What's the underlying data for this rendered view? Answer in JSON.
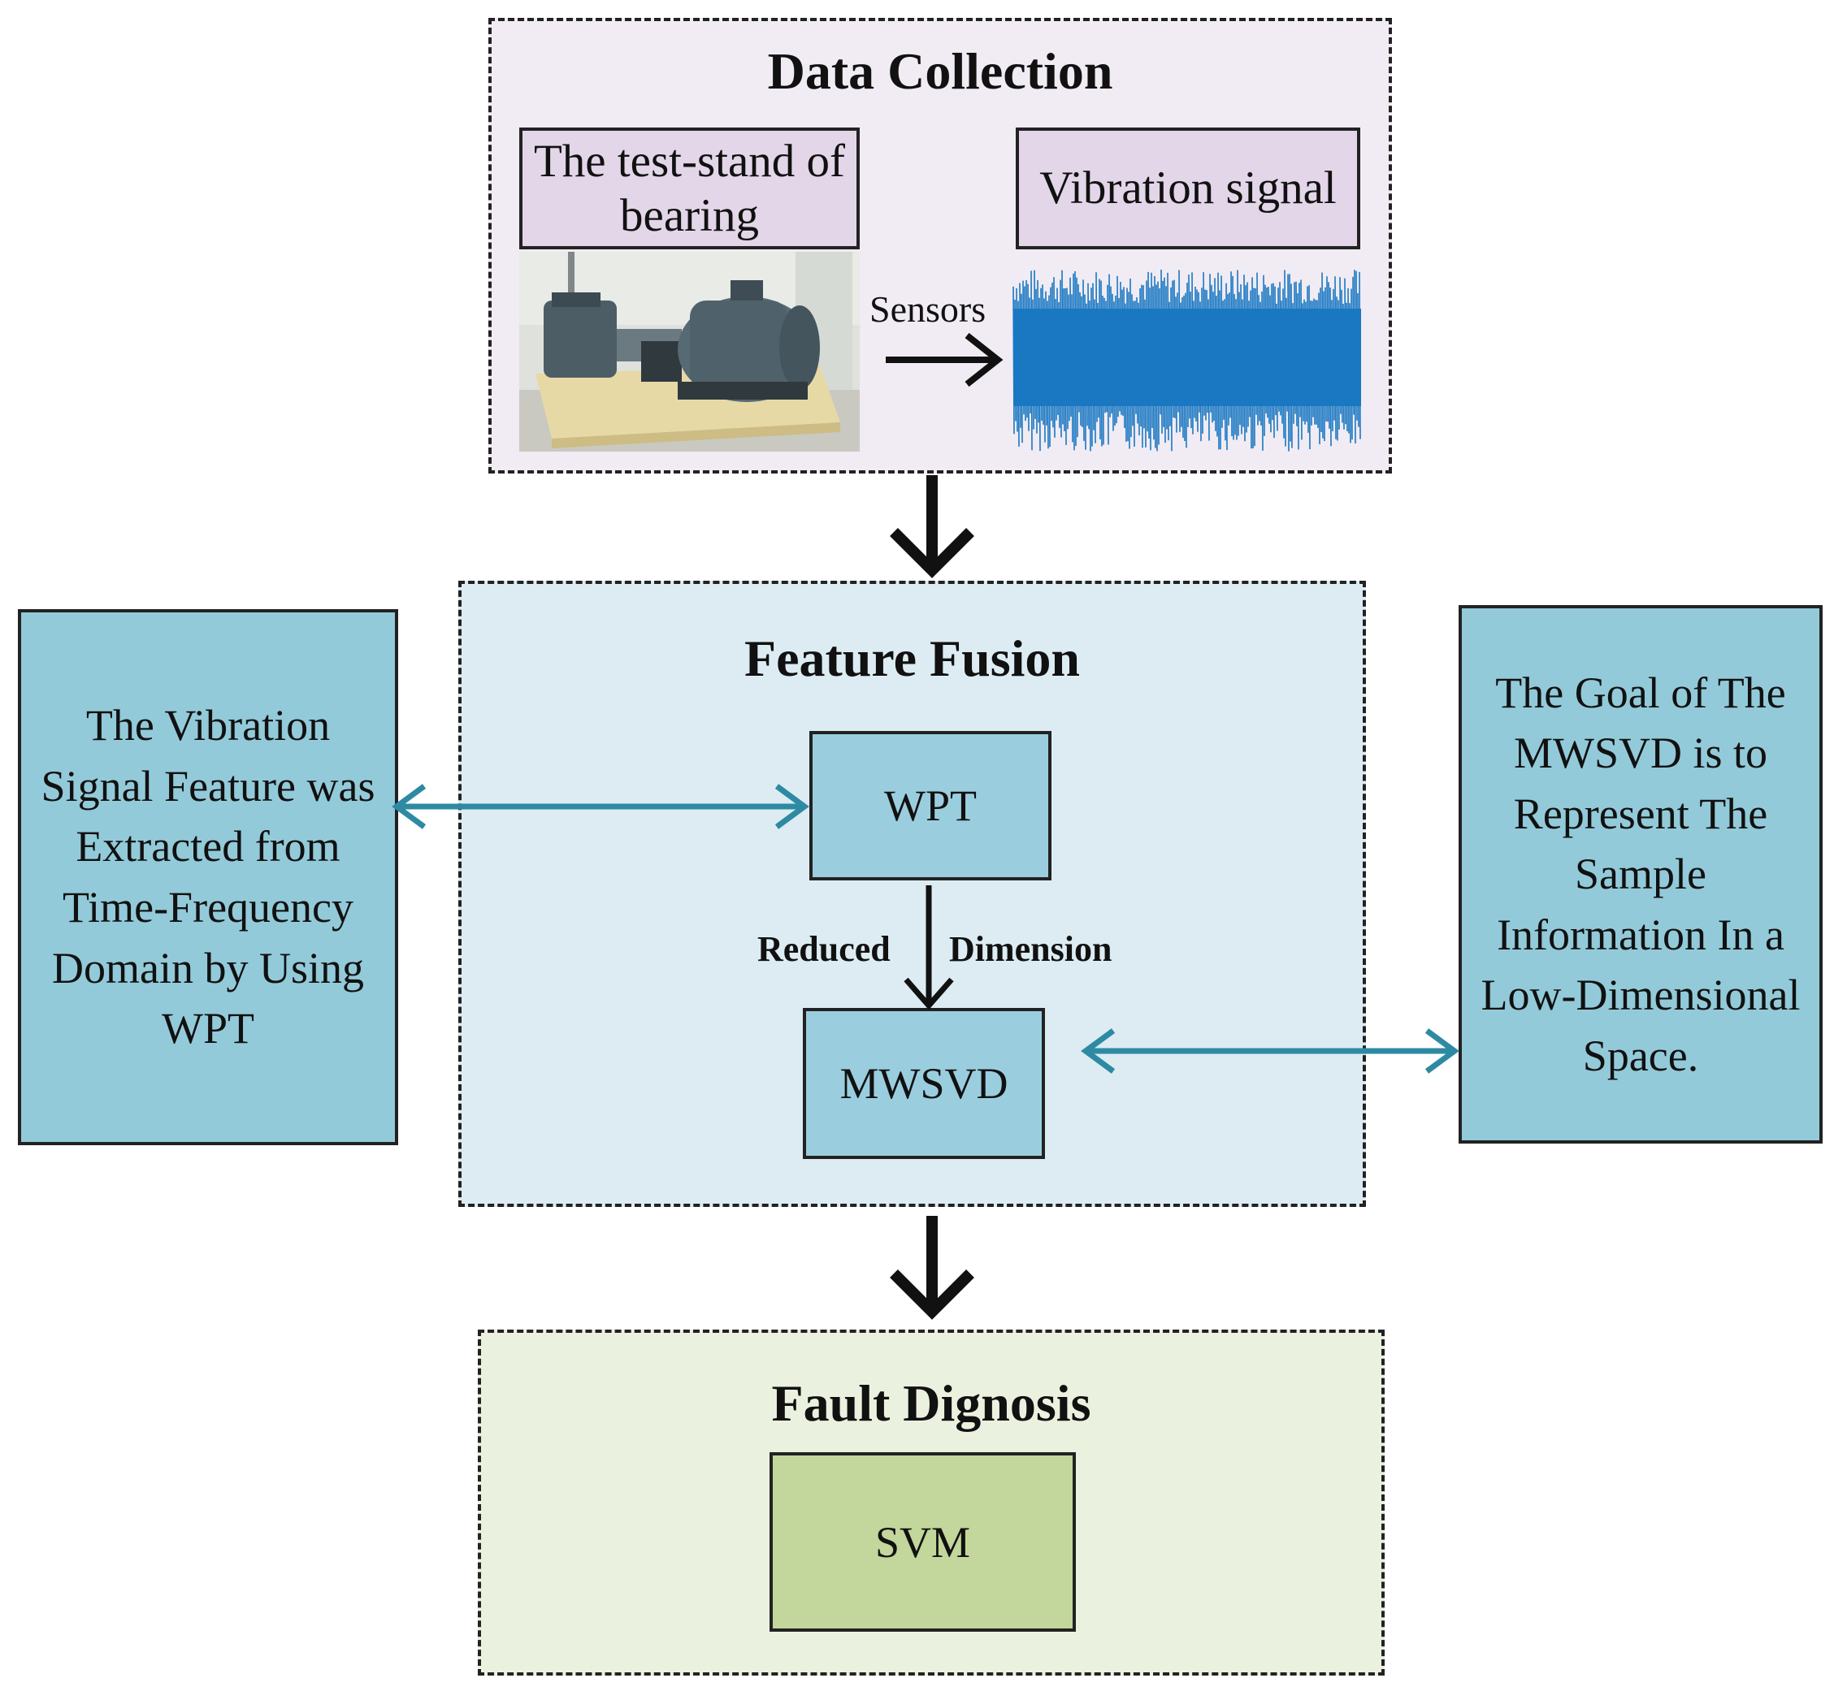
{
  "data_collection": {
    "title": "Data Collection",
    "test_stand_label": "The test-stand of bearing",
    "vibration_label": "Vibration signal",
    "sensors_label": "Sensors"
  },
  "feature_fusion": {
    "title": "Feature Fusion",
    "wpt_label": "WPT",
    "mwsvd_label": "MWSVD",
    "reduced_label": "Reduced",
    "dimension_label": "Dimension"
  },
  "fault_diagnosis": {
    "title": "Fault Dignosis",
    "svm_label": "SVM"
  },
  "left_note": "The Vibration Signal Feature was Extracted from Time-Frequency Domain by Using WPT",
  "right_note": "The Goal of The MWSVD is to Represent The Sample Information In a Low-Dimensional Space.",
  "colors": {
    "data_section_bg": "#f1ebf3",
    "feature_section_bg": "#dcecf2",
    "fault_section_bg": "#ebf1df",
    "teal_arrow": "#2e8aa3",
    "signal_blue": "#1a78c2"
  }
}
